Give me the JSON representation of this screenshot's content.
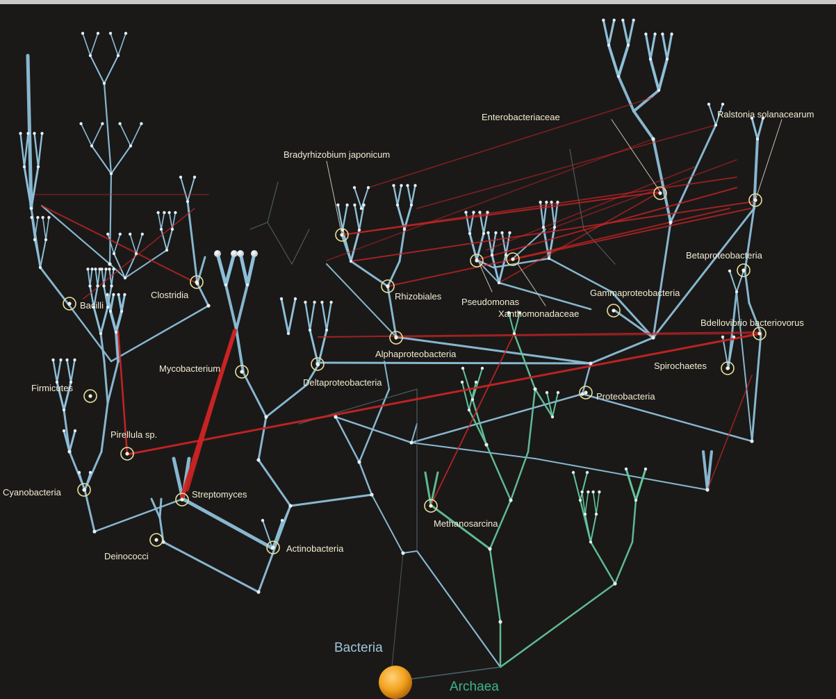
{
  "colors": {
    "background": "#1a1918",
    "bacteria_branch": "#8ebfd8",
    "archaea_branch": "#64c29a",
    "transfer": "#cf2424",
    "highlight_ring": "#e9e19a",
    "root": "#f2a21e"
  },
  "labels": {
    "bacteria": "Bacteria",
    "archaea": "Archaea",
    "bacilli": "Bacilli",
    "clostridia": "Clostridia",
    "mycobacterium": "Mycobacterium",
    "firmicutes": "Firmicutes",
    "pirellula": "Pirellula sp.",
    "cyanobacteria": "Cyanobacteria",
    "streptomyces": "Streptomyces",
    "deinococci": "Deinococci",
    "actinobacteria": "Actinobacteria",
    "deltaproteobacteria": "Deltaproteobacteria",
    "alphaproteobacteria": "Alphaproteobacteria",
    "rhizobiales": "Rhizobiales",
    "bradyrhizobium": "Bradyrhizobium japonicum",
    "pseudomonas": "Pseudomonas",
    "xanthomonadaceae": "Xanthomonadaceae",
    "gammaproteobacteria": "Gammaproteobacteria",
    "enterobacteriaceae": "Enterobacteriaceae",
    "ralstonia": "Ralstonia solanacearum",
    "betaproteobacteria": "Betaproteobacteria",
    "bdellovibrio": "Bdellovibrio bacteriovorus",
    "spirochaetes": "Spirochaetes",
    "proteobacteria": "Proteobacteria",
    "methanosarcina": "Methanosarcina"
  }
}
